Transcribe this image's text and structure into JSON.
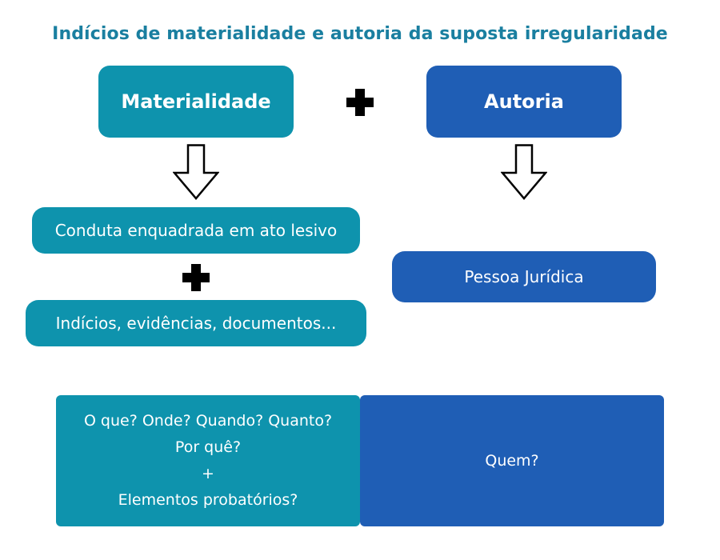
{
  "title": "Indícios de materialidade e autoria da suposta irregularidade",
  "colors": {
    "teal": "#0e93ad",
    "blue": "#1f5eb5",
    "title": "#1a7fa0",
    "plus": "#000000"
  },
  "icons": {
    "plus": "plus-icon",
    "arrow": "down-arrow-icon"
  },
  "left_column": {
    "header": "Materialidade",
    "items": [
      "Conduta enquadrada em ato lesivo",
      "Indícios, evidências, documentos..."
    ],
    "questions": {
      "line1": "O que? Onde? Quando? Quanto?",
      "line2": "Por quê?",
      "line3": "+",
      "line4": "Elementos probatórios?"
    }
  },
  "right_column": {
    "header": "Autoria",
    "item": "Pessoa Jurídica",
    "question": "Quem?"
  }
}
